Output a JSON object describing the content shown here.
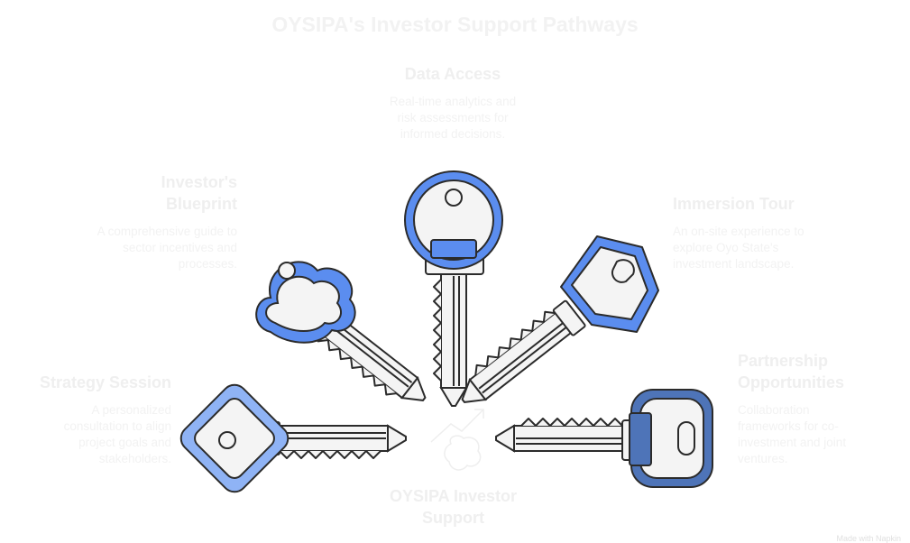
{
  "title": "OYSIPA's Investor Support Pathways",
  "center_label": "OYSIPA Investor Support",
  "items": [
    {
      "heading": "Data Access",
      "description": "Real-time analytics and risk assessments for informed decisions."
    },
    {
      "heading": "Investor's Blueprint",
      "description": "A comprehensive guide to sector incentives and processes."
    },
    {
      "heading": "Immersion Tour",
      "description": "An on-site experience to explore Oyo State's investment landscape."
    },
    {
      "heading": "Strategy Session",
      "description": "A personalized consultation to align project goals and stakeholders."
    },
    {
      "heading": "Partnership Opportunities",
      "description": "Collaboration frameworks for co-investment and joint ventures."
    }
  ],
  "footer": "Made with Napkin",
  "colors": {
    "key_outline": "#2b2b2b",
    "key_body": "#f4f4f4",
    "blue_bright": "#5b8def",
    "blue_light": "#8fb3f5",
    "blue_dark": "#4e74b8"
  }
}
